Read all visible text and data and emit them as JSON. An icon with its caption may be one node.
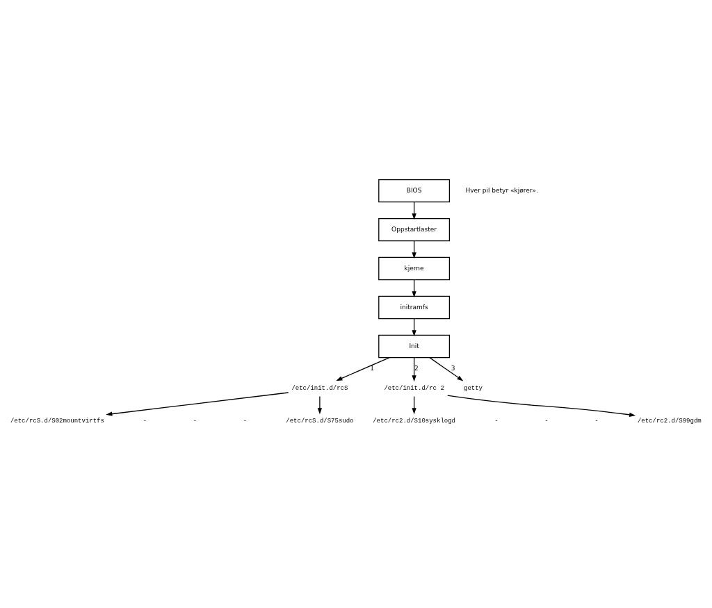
{
  "diagram": {
    "nodes": [
      {
        "text": [
          "BIOS"
        ]
      },
      {
        "text": [
          "Oppstartlaster"
        ]
      },
      {
        "text": [
          "kjerne"
        ]
      },
      {
        "text": [
          "initramfs"
        ]
      },
      {
        "text": [
          "Init"
        ]
      },
      {
        "text": [
          "/etc/init.d/rcS"
        ]
      },
      {
        "text": [
          "/etc/init.d/rc 2"
        ]
      },
      {
        "text": [
          "getty"
        ]
      },
      {
        "text": [
          "/etc/rcS.d/S02mountvirtfs"
        ]
      },
      {
        "text": [
          "/etc/rcS.d/S75sudo"
        ]
      },
      {
        "text": [
          "/etc/rc2.d/S10sysklogd"
        ]
      },
      {
        "text": [
          "/etc/rc2.d/S99gdm"
        ]
      }
    ],
    "edges": [
      {
        "from": 0,
        "to": 1,
        "arrow": "to"
      },
      {
        "from": 1,
        "to": 2,
        "arrow": "to"
      },
      {
        "from": 2,
        "to": 3,
        "arrow": "to"
      },
      {
        "from": 3,
        "to": 4,
        "arrow": "to"
      },
      {
        "from": 4,
        "to": 5,
        "arrow": "to",
        "label": "1"
      },
      {
        "from": 4,
        "to": 6,
        "arrow": "to",
        "label": "2"
      },
      {
        "from": 4,
        "to": 7,
        "arrow": "to",
        "label": "3"
      },
      {
        "from": 5,
        "to": 8,
        "arrow": "to"
      },
      {
        "from": 5,
        "to": 9,
        "arrow": "to"
      },
      {
        "from": 6,
        "to": 10,
        "arrow": "to"
      },
      {
        "from": 6,
        "to": 11,
        "arrow": "to"
      }
    ],
    "labels": [
      "Hver pil betyr «kjører».",
      "-",
      "-",
      "-",
      "-",
      "-",
      "-"
    ]
  }
}
